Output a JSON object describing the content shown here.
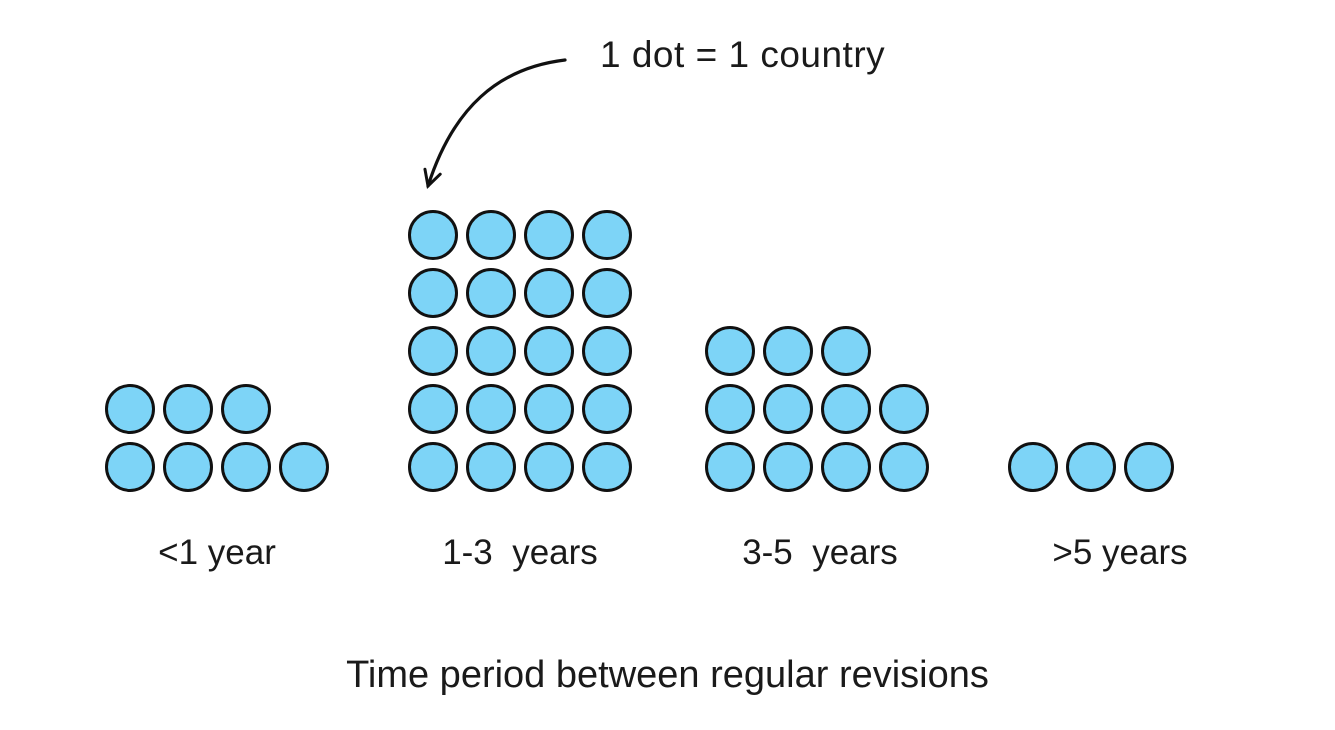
{
  "chart_data": {
    "type": "bar",
    "subtype": "pictograph-dot-plot",
    "title": "Time period between regular revisions",
    "annotation": "1 dot = 1 country",
    "categories": [
      "<1 year",
      "1-3  years",
      "3-5  years",
      ">5 years"
    ],
    "values": [
      7,
      20,
      11,
      3
    ],
    "unit_per_dot": "1 country",
    "dot_rows_top_to_bottom": [
      [
        3,
        4
      ],
      [
        4,
        4,
        4,
        4,
        4
      ],
      [
        3,
        4,
        4
      ],
      [
        3
      ]
    ],
    "dot_fill": "#7DD4F7",
    "dot_stroke": "#111111",
    "background": "#FFFFFF",
    "grid": false,
    "legend_position": "top-center annotation with curved arrow pointing to first dot of 1-3 years group"
  }
}
